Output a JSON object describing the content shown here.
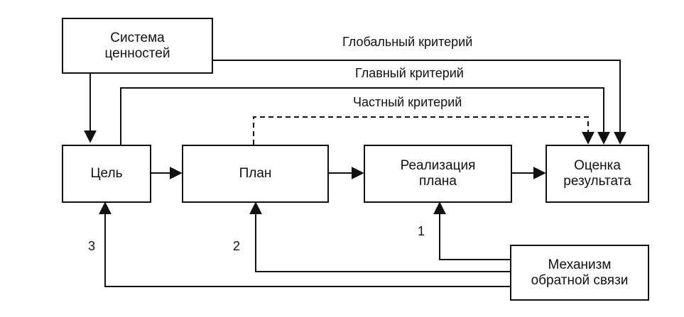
{
  "diagram": {
    "boxes": {
      "values_system": "Система\nценностей",
      "goal": "Цель",
      "plan": "План",
      "implementation": "Реализация\nплана",
      "evaluation": "Оценка\nрезультата",
      "feedback": "Механизм\nобратной связи"
    },
    "criteria": {
      "global": "Глобальный критерий",
      "main": "Главный критерий",
      "partial": "Частный критерий"
    },
    "feedback_numbers": {
      "n1": "1",
      "n2": "2",
      "n3": "3"
    }
  }
}
